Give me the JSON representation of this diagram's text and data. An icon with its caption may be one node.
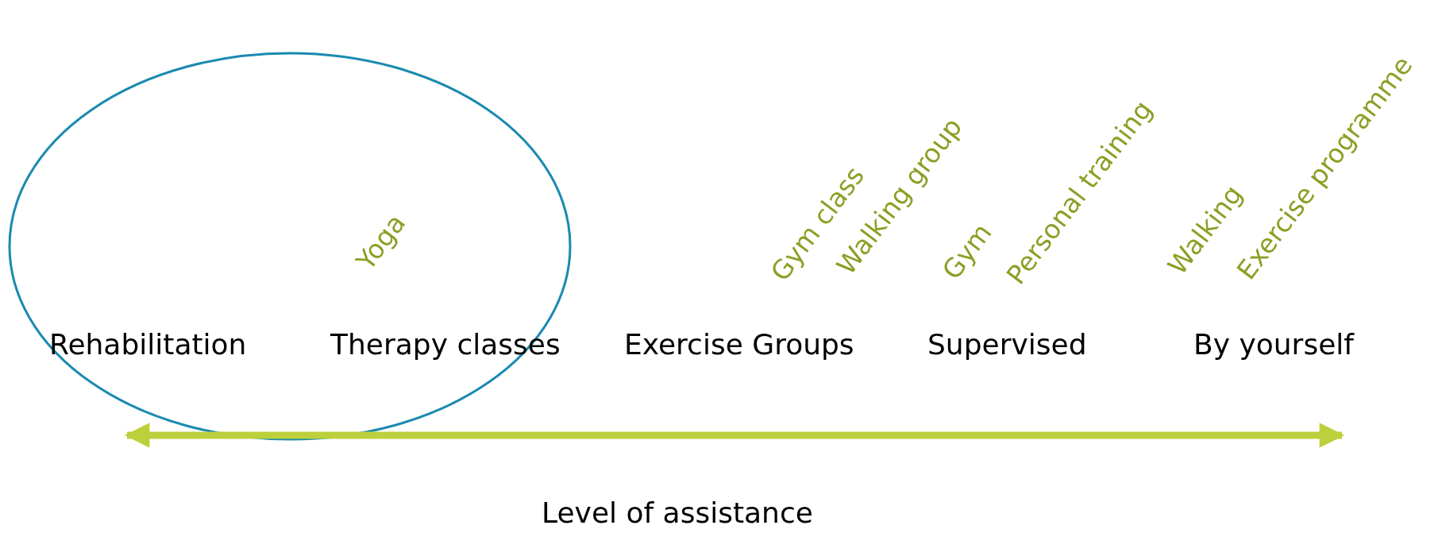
{
  "diagram": {
    "labels": [
      "Yoga",
      "Gym class",
      "Walking group",
      "Gym",
      "Personal training",
      "Walking",
      "Exercise programme",
      "Rehabilitation",
      "Therapy classes",
      "Exercise Groups",
      "Supervised",
      "By yourself",
      "Level of assistance"
    ]
  }
}
